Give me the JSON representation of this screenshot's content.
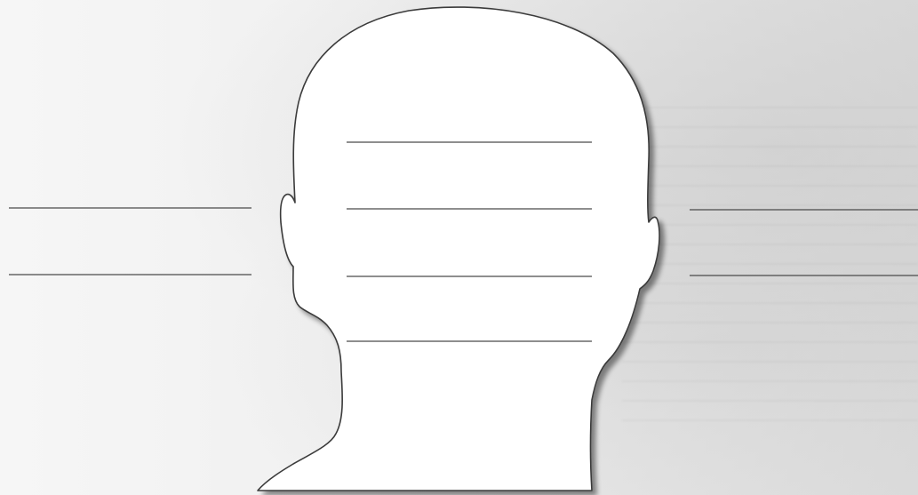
{
  "worksheet": {
    "paper_color": "#f2f2f2",
    "line_color": "#4a4a4a",
    "outline_color": "#3a3a3a",
    "head_fill": "#ffffff",
    "left_blanks": 2,
    "right_blanks": 2,
    "inner_blanks": 4
  }
}
